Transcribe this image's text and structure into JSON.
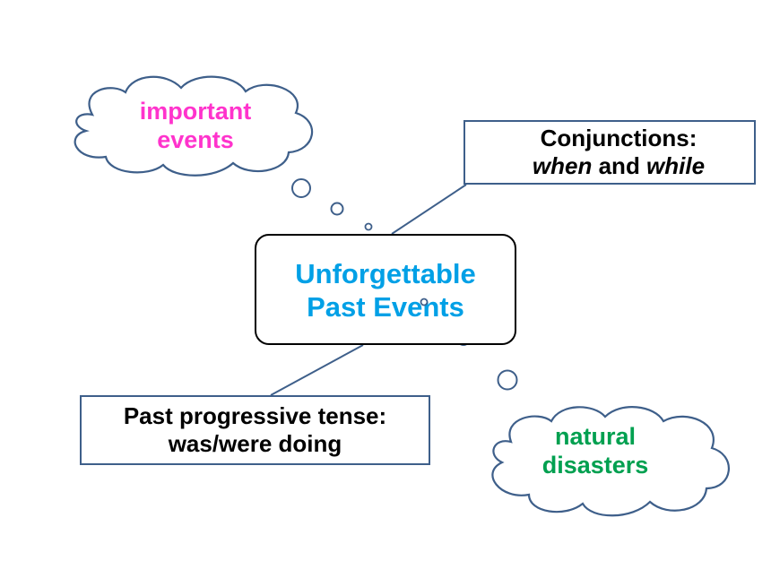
{
  "center": {
    "line1": "Unforgettable",
    "line2": "Past Events",
    "color": "#00a0e6"
  },
  "conjunctions": {
    "line1": "Conjunctions:",
    "word1": "when",
    "mid": " and ",
    "word2": "while"
  },
  "past_progressive": {
    "line1": "Past progressive tense:",
    "line2": "was/were doing"
  },
  "cloud_events": {
    "line1": "important",
    "line2": "events",
    "color": "#ff33cc"
  },
  "cloud_disasters": {
    "line1": "natural",
    "line2": "disasters",
    "color": "#00a050"
  },
  "colors": {
    "outline": "#3e5f8a",
    "center_border": "#000000"
  }
}
